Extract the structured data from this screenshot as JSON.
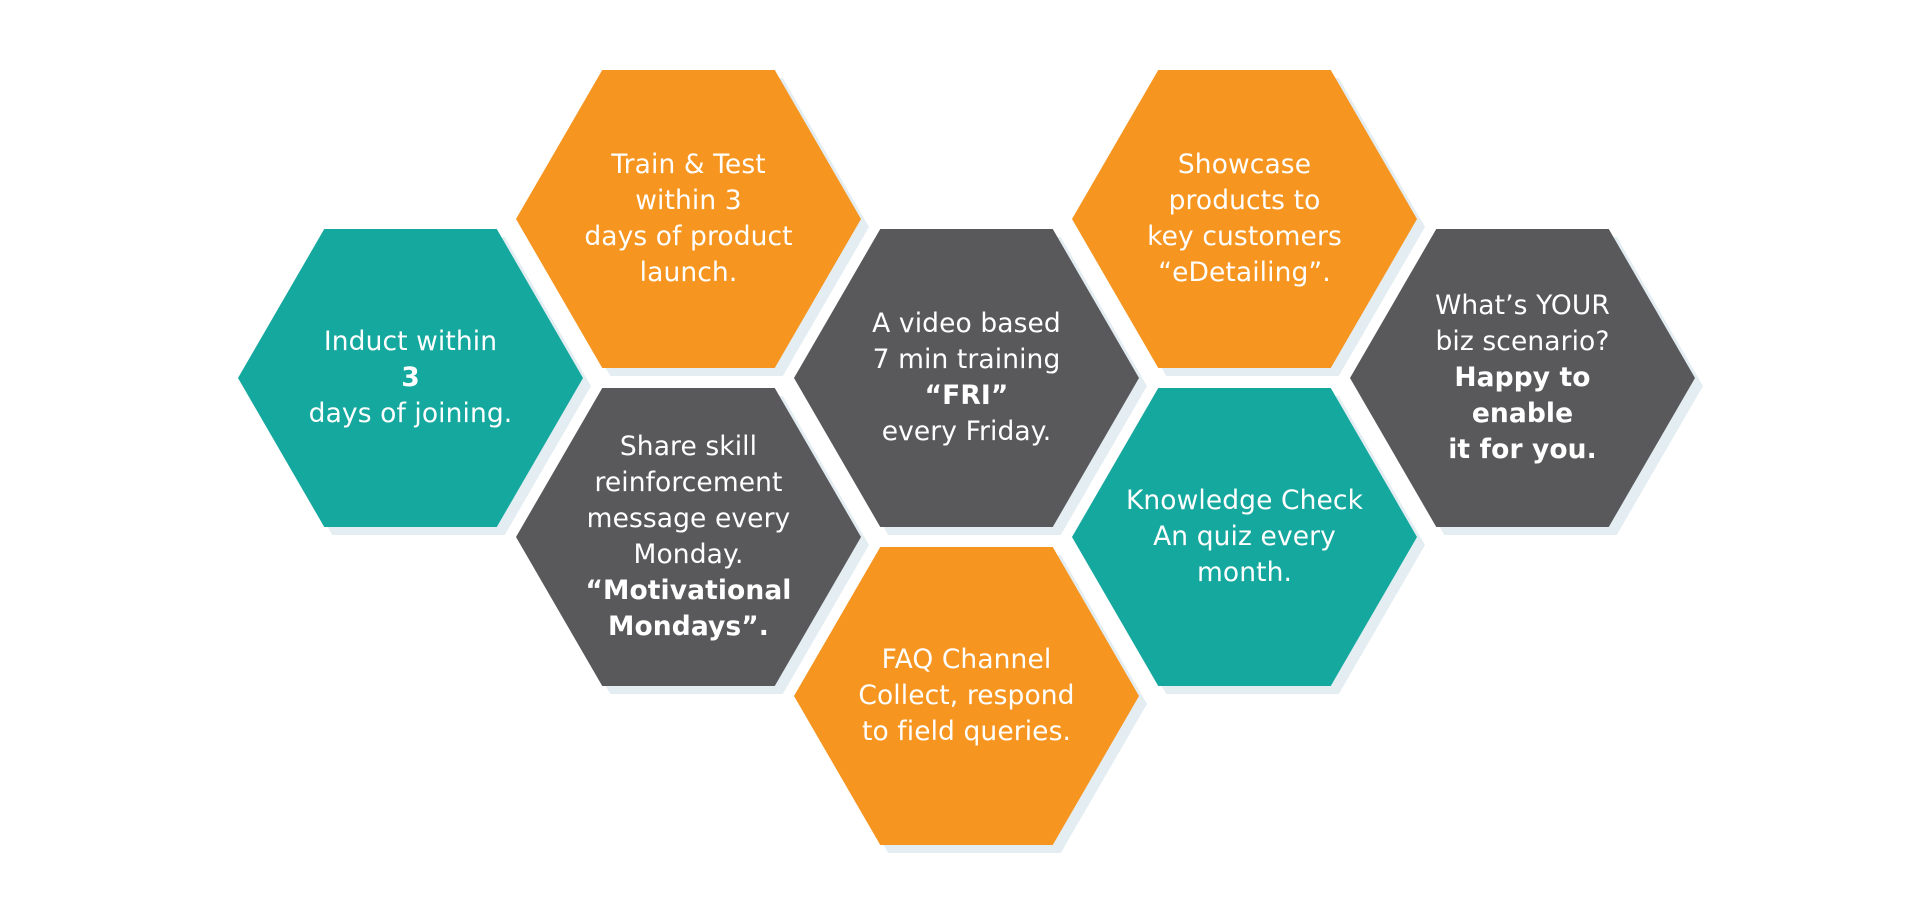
{
  "colors": {
    "teal": "#14a89e",
    "orange": "#f6951f",
    "dark": "#59595b"
  },
  "hexagons": [
    {
      "id": "induct",
      "lines": [
        {
          "text": "Induct within",
          "bold": false
        },
        {
          "text": "3",
          "bold": true
        },
        {
          "text": "days of joining.",
          "bold": false
        }
      ]
    },
    {
      "id": "train-test",
      "lines": [
        {
          "text": "Train & Test",
          "bold": false
        },
        {
          "text": "within 3",
          "bold": false
        },
        {
          "text": "days of product",
          "bold": false
        },
        {
          "text": "launch.",
          "bold": false
        }
      ]
    },
    {
      "id": "share-skill",
      "lines": [
        {
          "text": "Share skill",
          "bold": false
        },
        {
          "text": "reinforcement",
          "bold": false
        },
        {
          "text": "message every",
          "bold": false
        },
        {
          "text": "Monday.",
          "bold": false
        },
        {
          "text": "“Motivational",
          "bold": true
        },
        {
          "text": "Mondays”.",
          "bold": true
        }
      ]
    },
    {
      "id": "video-training",
      "lines": [
        {
          "text": "A video based",
          "bold": false
        },
        {
          "text": "7 min training",
          "bold": false
        },
        {
          "text": "“FRI”",
          "bold": true
        },
        {
          "text": "every Friday.",
          "bold": false
        }
      ]
    },
    {
      "id": "faq-channel",
      "lines": [
        {
          "text": "FAQ Channel",
          "bold": false
        },
        {
          "text": "Collect, respond",
          "bold": false
        },
        {
          "text": "to field queries.",
          "bold": false
        }
      ]
    },
    {
      "id": "showcase",
      "lines": [
        {
          "text": "Showcase",
          "bold": false
        },
        {
          "text": "products to",
          "bold": false
        },
        {
          "text": "key customers",
          "bold": false
        },
        {
          "text": "“eDetailing”.",
          "bold": false
        }
      ]
    },
    {
      "id": "knowledge-check",
      "lines": [
        {
          "text": "Knowledge Check",
          "bold": false
        },
        {
          "text": "An quiz every",
          "bold": false
        },
        {
          "text": "month.",
          "bold": false
        }
      ]
    },
    {
      "id": "your-scenario",
      "lines": [
        {
          "text": "What’s YOUR",
          "bold": false
        },
        {
          "text": "biz scenario?",
          "bold": false
        },
        {
          "text": "Happy to enable",
          "bold": true
        },
        {
          "text": "it for you.",
          "bold": true
        }
      ]
    }
  ]
}
